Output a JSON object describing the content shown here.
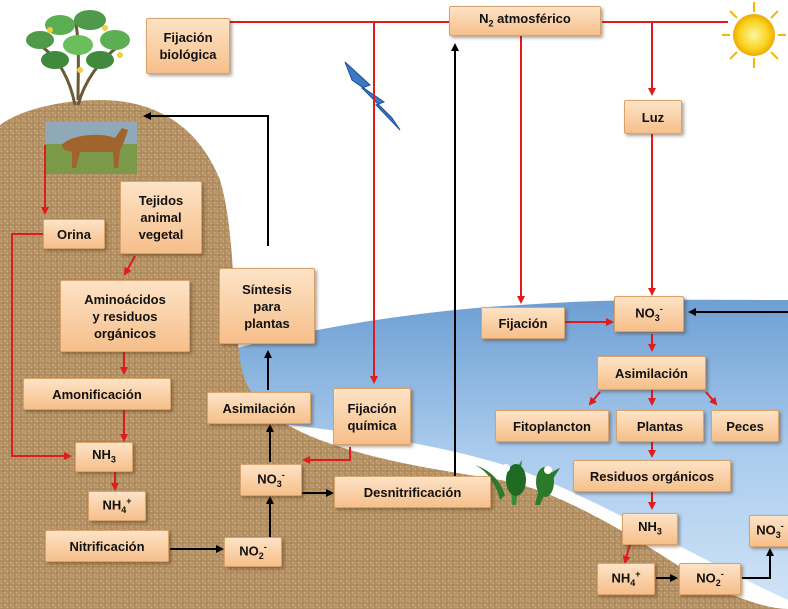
{
  "labels": {
    "fijacion_biologica": "Fijación\nbiológica",
    "n2_atmosferico": "atmosférico",
    "n2_formula": "N",
    "n2_sub": "2",
    "luz": "Luz",
    "orina": "Orina",
    "tejidos": "Tejidos\nanimal\nvegetal",
    "aminoacidos": "Aminoácidos\ny residuos\norgánicos",
    "sintesis": "Síntesis\npara\nplantas",
    "amonificacion": "Amonificación",
    "asimilacion_suelo": "Asimilación",
    "fijacion_quimica": "Fijación\nquímica",
    "fijacion": "Fijación",
    "asimilacion_agua": "Asimilación",
    "fitoplancton": "Fitoplancton",
    "plantas": "Plantas",
    "peces": "Peces",
    "residuos_organicos": "Residuos orgánicos",
    "desnitrificacion": "Desnitrificación",
    "nitrificacion": "Nitrificación",
    "nh3_base": "NH",
    "nh3_sub": "3",
    "nh4_base": "NH",
    "nh4_sub": "4",
    "nh4_sup": "+",
    "no3_base": "NO",
    "no3_sub": "3",
    "no3_sup": "-",
    "no2_base": "NO",
    "no2_sub": "2",
    "no2_sup": "-"
  },
  "colors": {
    "box_fill_top": "#fde3c6",
    "box_fill_bottom": "#f6bf8a",
    "red_arrow": "#e01b1b",
    "black_arrow": "#000000",
    "soil": "#b99669",
    "water": "#9cc3ea",
    "sun": "#f7d21c"
  }
}
